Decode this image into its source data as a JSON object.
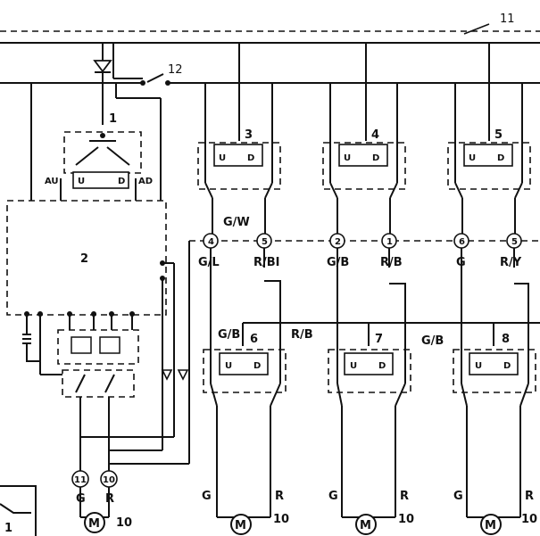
{
  "labels": {
    "l1": "1",
    "l2": "2",
    "l3": "3",
    "l4": "4",
    "l5": "5",
    "l6": "6",
    "l7": "7",
    "l8": "8",
    "l11": "11",
    "l12": "12",
    "au": "AU",
    "ad": "AD",
    "u": "U",
    "d": "D",
    "gw": "G/W",
    "gb": "G/B",
    "gl": "G/L",
    "rbl": "R/BI",
    "rb": "R/B",
    "g": "G",
    "ry": "R/Y",
    "r": "R",
    "m": "M",
    "n10": "10"
  },
  "connectors": {
    "c4": "4",
    "c5a": "5",
    "c2": "2",
    "c1": "1",
    "c6": "6",
    "c5b": "5",
    "c11": "11",
    "c10": "10"
  }
}
